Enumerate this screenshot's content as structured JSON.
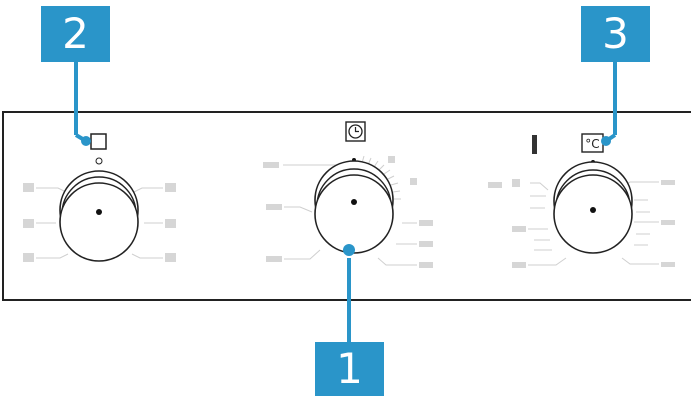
{
  "callouts": {
    "one": "1",
    "two": "2",
    "three": "3"
  },
  "icons": {
    "left": "square-icon",
    "middle": "clock-icon",
    "right": "celsius-icon"
  },
  "labels": {
    "celsius": "°C"
  },
  "colors": {
    "callout": "#2a95c9",
    "panel_stroke": "#222222",
    "placeholder": "#d6d6d6"
  }
}
